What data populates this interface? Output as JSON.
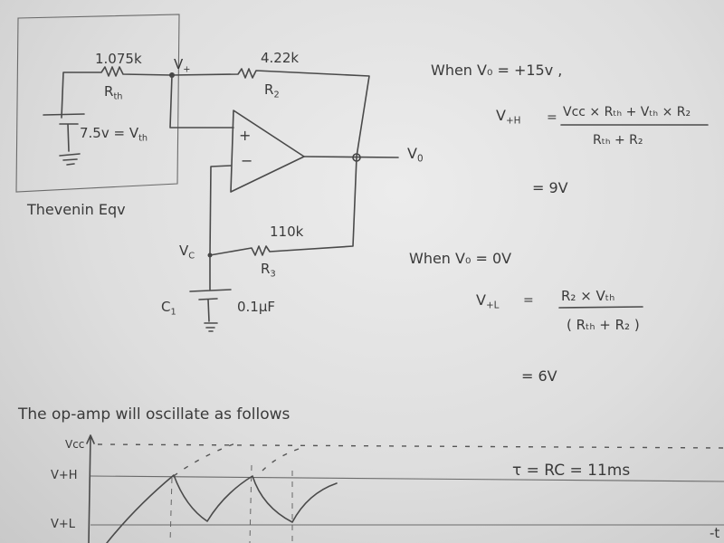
{
  "circuit": {
    "thevenin_box_label": "Thevenin Eqv",
    "r_th": {
      "value": "1.075k",
      "name": "R",
      "sub": "th"
    },
    "v_th": {
      "text": "7.5v = V",
      "sub": "th"
    },
    "node_v_plus": {
      "name": "V",
      "sub": "+"
    },
    "r2": {
      "value": "4.22k",
      "name": "R",
      "sub": "2"
    },
    "opamp": {
      "plus": "+",
      "minus": "−"
    },
    "output": {
      "name": "V",
      "sub": "0"
    },
    "r3": {
      "value": "110k",
      "name": "R",
      "sub": "3"
    },
    "node_vc": {
      "name": "V",
      "sub": "C"
    },
    "c1": {
      "name": "C",
      "sub": "1",
      "value": "0.1µF"
    }
  },
  "calculations": {
    "high": {
      "condition": "When  V₀ = +15v ,",
      "lhs": "V",
      "lhs_sub": "+H",
      "equals": "=",
      "numerator": "Vᴄᴄ × Rₜₕ + Vₜₕ × R₂",
      "denominator": "Rₜₕ + R₂",
      "result": "= 9V"
    },
    "low": {
      "condition": "When  V₀ = 0V",
      "lhs": "V",
      "lhs_sub": "+L",
      "equals": "=",
      "numerator": "R₂ × Vₜₕ",
      "denominator": "( Rₜₕ + R₂ )",
      "result": "= 6V"
    },
    "time_constant": "τ = RC = 11ms"
  },
  "waveform": {
    "caption": "The op-amp will oscillate as follows",
    "y_labels": {
      "vcc": "Vᴄᴄ",
      "vh": "V+H",
      "vl": "V+L"
    },
    "t_label": "-t"
  }
}
